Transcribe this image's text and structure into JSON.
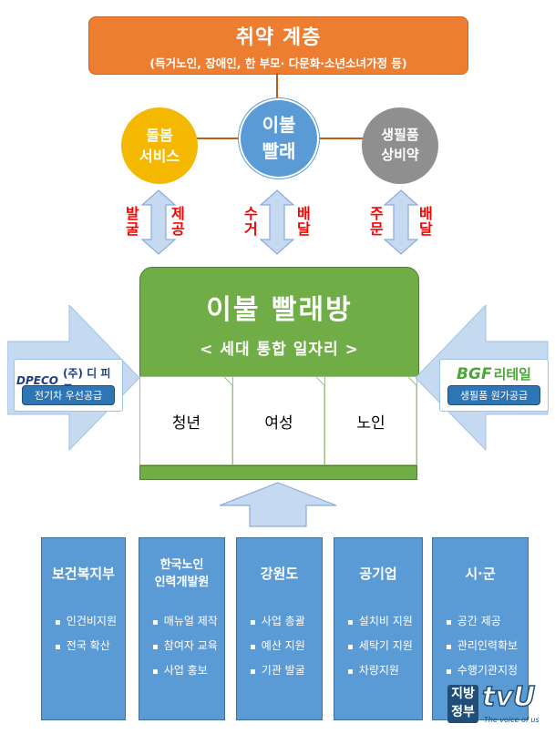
{
  "top": {
    "title": "취약 계층",
    "subtitle": "(독거노인, 장애인, 한 부모· 다문화·소년소녀가정 등)"
  },
  "circles": {
    "left": {
      "line1": "돌봄",
      "line2": "서비스"
    },
    "middle": {
      "line1": "이불",
      "line2": "빨래"
    },
    "right": {
      "line1": "생필품",
      "line2": "상비약"
    }
  },
  "flows": {
    "left": {
      "up": "발굴",
      "down": "제공"
    },
    "middle": {
      "up": "수거",
      "down": "배달"
    },
    "right": {
      "up": "주문",
      "down": "배달"
    }
  },
  "main": {
    "title": "이불 빨래방",
    "subtitle": "< 세대 통합 일자리 >",
    "cells": [
      "청년",
      "여성",
      "노인"
    ]
  },
  "left_partner": {
    "logo_word": "DPECO",
    "logo_korean": "(주) 디 피 코",
    "role": "전기차 우선공급"
  },
  "right_partner": {
    "logo_word": "BGF",
    "logo_korean": "리테일",
    "role": "생필품  원가공급"
  },
  "columns": [
    {
      "title_lines": [
        "보건복지부"
      ],
      "items": [
        "인건비지원",
        "전국 확산"
      ]
    },
    {
      "title_lines": [
        "한국노인",
        "인력개발원"
      ],
      "items": [
        "매뉴얼 제작",
        "참여자 교육",
        "사업 홍보"
      ]
    },
    {
      "title_lines": [
        "강원도"
      ],
      "items": [
        "사업 총괄",
        "예산 지원",
        "기관 발굴"
      ]
    },
    {
      "title_lines": [
        "공기업"
      ],
      "items": [
        "설치비 지원",
        "세탁기 지원",
        "차량지원"
      ]
    },
    {
      "title_lines": [
        "시·군"
      ],
      "items": [
        "공간 제공",
        "관리인력확보",
        "수행기관지정"
      ]
    }
  ],
  "watermark": {
    "line1": "지방",
    "line2": "정부",
    "brand": "tvU",
    "tagline": "The voice of us"
  },
  "colors": {
    "orange": "#ed7d31",
    "green": "#70ad47",
    "blue": "#5b9bd5",
    "yellow": "#f5b800",
    "gray": "#8f8f8f",
    "red_text": "#ff0000",
    "arrow_fill": "#c5d9f0"
  }
}
